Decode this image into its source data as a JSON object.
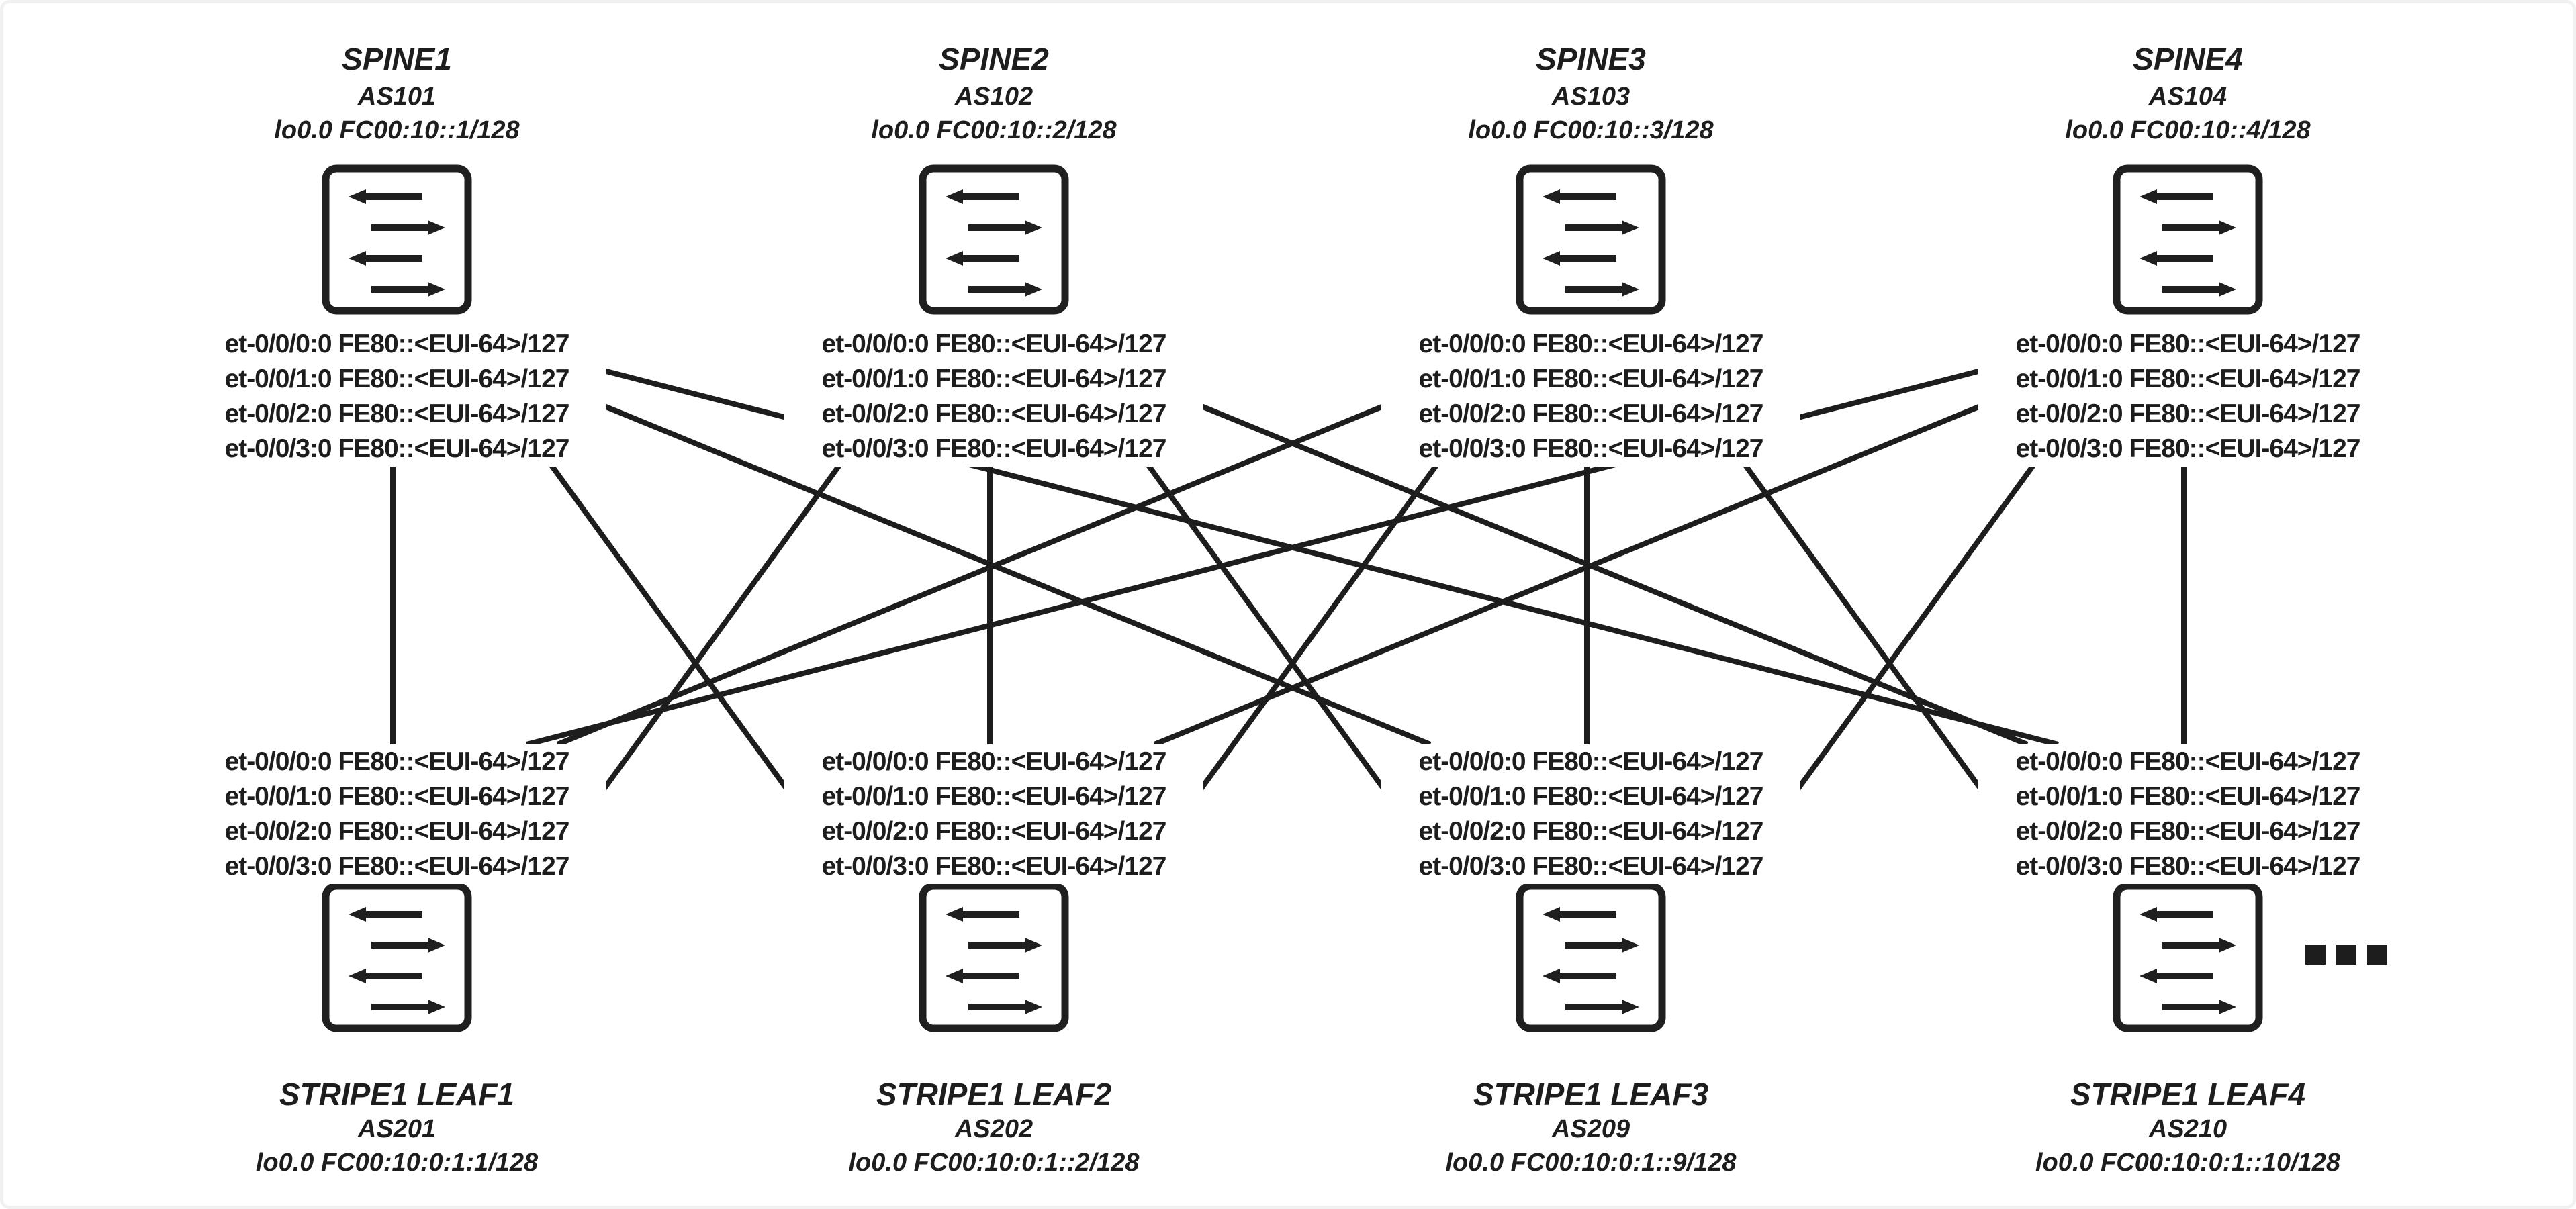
{
  "colors": {
    "line": "#1d1d1d",
    "text": "#1d1d1d",
    "icon_border": "#1f1f1f",
    "frame": "#f1f1f1",
    "background": "#ffffff"
  },
  "spines": [
    {
      "name": "SPINE1",
      "as": "AS101",
      "loopback": "lo0.0 FC00:10::1/128",
      "interfaces": [
        "et-0/0/0:0 FE80::<EUI-64>/127",
        "et-0/0/1:0 FE80::<EUI-64>/127",
        "et-0/0/2:0 FE80::<EUI-64>/127",
        "et-0/0/3:0 FE80::<EUI-64>/127"
      ]
    },
    {
      "name": "SPINE2",
      "as": "AS102",
      "loopback": "lo0.0 FC00:10::2/128",
      "interfaces": [
        "et-0/0/0:0 FE80::<EUI-64>/127",
        "et-0/0/1:0 FE80::<EUI-64>/127",
        "et-0/0/2:0 FE80::<EUI-64>/127",
        "et-0/0/3:0 FE80::<EUI-64>/127"
      ]
    },
    {
      "name": "SPINE3",
      "as": "AS103",
      "loopback": "lo0.0 FC00:10::3/128",
      "interfaces": [
        "et-0/0/0:0 FE80::<EUI-64>/127",
        "et-0/0/1:0 FE80::<EUI-64>/127",
        "et-0/0/2:0 FE80::<EUI-64>/127",
        "et-0/0/3:0 FE80::<EUI-64>/127"
      ]
    },
    {
      "name": "SPINE4",
      "as": "AS104",
      "loopback": "lo0.0 FC00:10::4/128",
      "interfaces": [
        "et-0/0/0:0 FE80::<EUI-64>/127",
        "et-0/0/1:0 FE80::<EUI-64>/127",
        "et-0/0/2:0 FE80::<EUI-64>/127",
        "et-0/0/3:0 FE80::<EUI-64>/127"
      ]
    }
  ],
  "leaves": [
    {
      "name": "STRIPE1 LEAF1",
      "as": "AS201",
      "loopback": "lo0.0 FC00:10:0:1:1/128",
      "interfaces": [
        "et-0/0/0:0 FE80::<EUI-64>/127",
        "et-0/0/1:0 FE80::<EUI-64>/127",
        "et-0/0/2:0 FE80::<EUI-64>/127",
        "et-0/0/3:0 FE80::<EUI-64>/127"
      ]
    },
    {
      "name": "STRIPE1 LEAF2",
      "as": "AS202",
      "loopback": "lo0.0 FC00:10:0:1::2/128",
      "interfaces": [
        "et-0/0/0:0 FE80::<EUI-64>/127",
        "et-0/0/1:0 FE80::<EUI-64>/127",
        "et-0/0/2:0 FE80::<EUI-64>/127",
        "et-0/0/3:0 FE80::<EUI-64>/127"
      ]
    },
    {
      "name": "STRIPE1 LEAF3",
      "as": "AS209",
      "loopback": "lo0.0 FC00:10:0:1::9/128",
      "interfaces": [
        "et-0/0/0:0 FE80::<EUI-64>/127",
        "et-0/0/1:0 FE80::<EUI-64>/127",
        "et-0/0/2:0 FE80::<EUI-64>/127",
        "et-0/0/3:0 FE80::<EUI-64>/127"
      ]
    },
    {
      "name": "STRIPE1 LEAF4",
      "as": "AS210",
      "loopback": "lo0.0 FC00:10:0:1::10/128",
      "interfaces": [
        "et-0/0/0:0 FE80::<EUI-64>/127",
        "et-0/0/1:0 FE80::<EUI-64>/127",
        "et-0/0/2:0 FE80::<EUI-64>/127",
        "et-0/0/3:0 FE80::<EUI-64>/127"
      ]
    }
  ],
  "more_leaves_indicator": "...",
  "links": [
    {
      "from": "SPINE1",
      "to": "STRIPE1 LEAF1"
    },
    {
      "from": "SPINE1",
      "to": "STRIPE1 LEAF2"
    },
    {
      "from": "SPINE1",
      "to": "STRIPE1 LEAF3"
    },
    {
      "from": "SPINE1",
      "to": "STRIPE1 LEAF4"
    },
    {
      "from": "SPINE2",
      "to": "STRIPE1 LEAF1"
    },
    {
      "from": "SPINE2",
      "to": "STRIPE1 LEAF2"
    },
    {
      "from": "SPINE2",
      "to": "STRIPE1 LEAF3"
    },
    {
      "from": "SPINE2",
      "to": "STRIPE1 LEAF4"
    },
    {
      "from": "SPINE3",
      "to": "STRIPE1 LEAF1"
    },
    {
      "from": "SPINE3",
      "to": "STRIPE1 LEAF2"
    },
    {
      "from": "SPINE3",
      "to": "STRIPE1 LEAF3",
      "arrow": true
    },
    {
      "from": "SPINE3",
      "to": "STRIPE1 LEAF4"
    },
    {
      "from": "SPINE4",
      "to": "STRIPE1 LEAF1"
    },
    {
      "from": "SPINE4",
      "to": "STRIPE1 LEAF2"
    },
    {
      "from": "SPINE4",
      "to": "STRIPE1 LEAF3"
    },
    {
      "from": "SPINE4",
      "to": "STRIPE1 LEAF4"
    }
  ]
}
